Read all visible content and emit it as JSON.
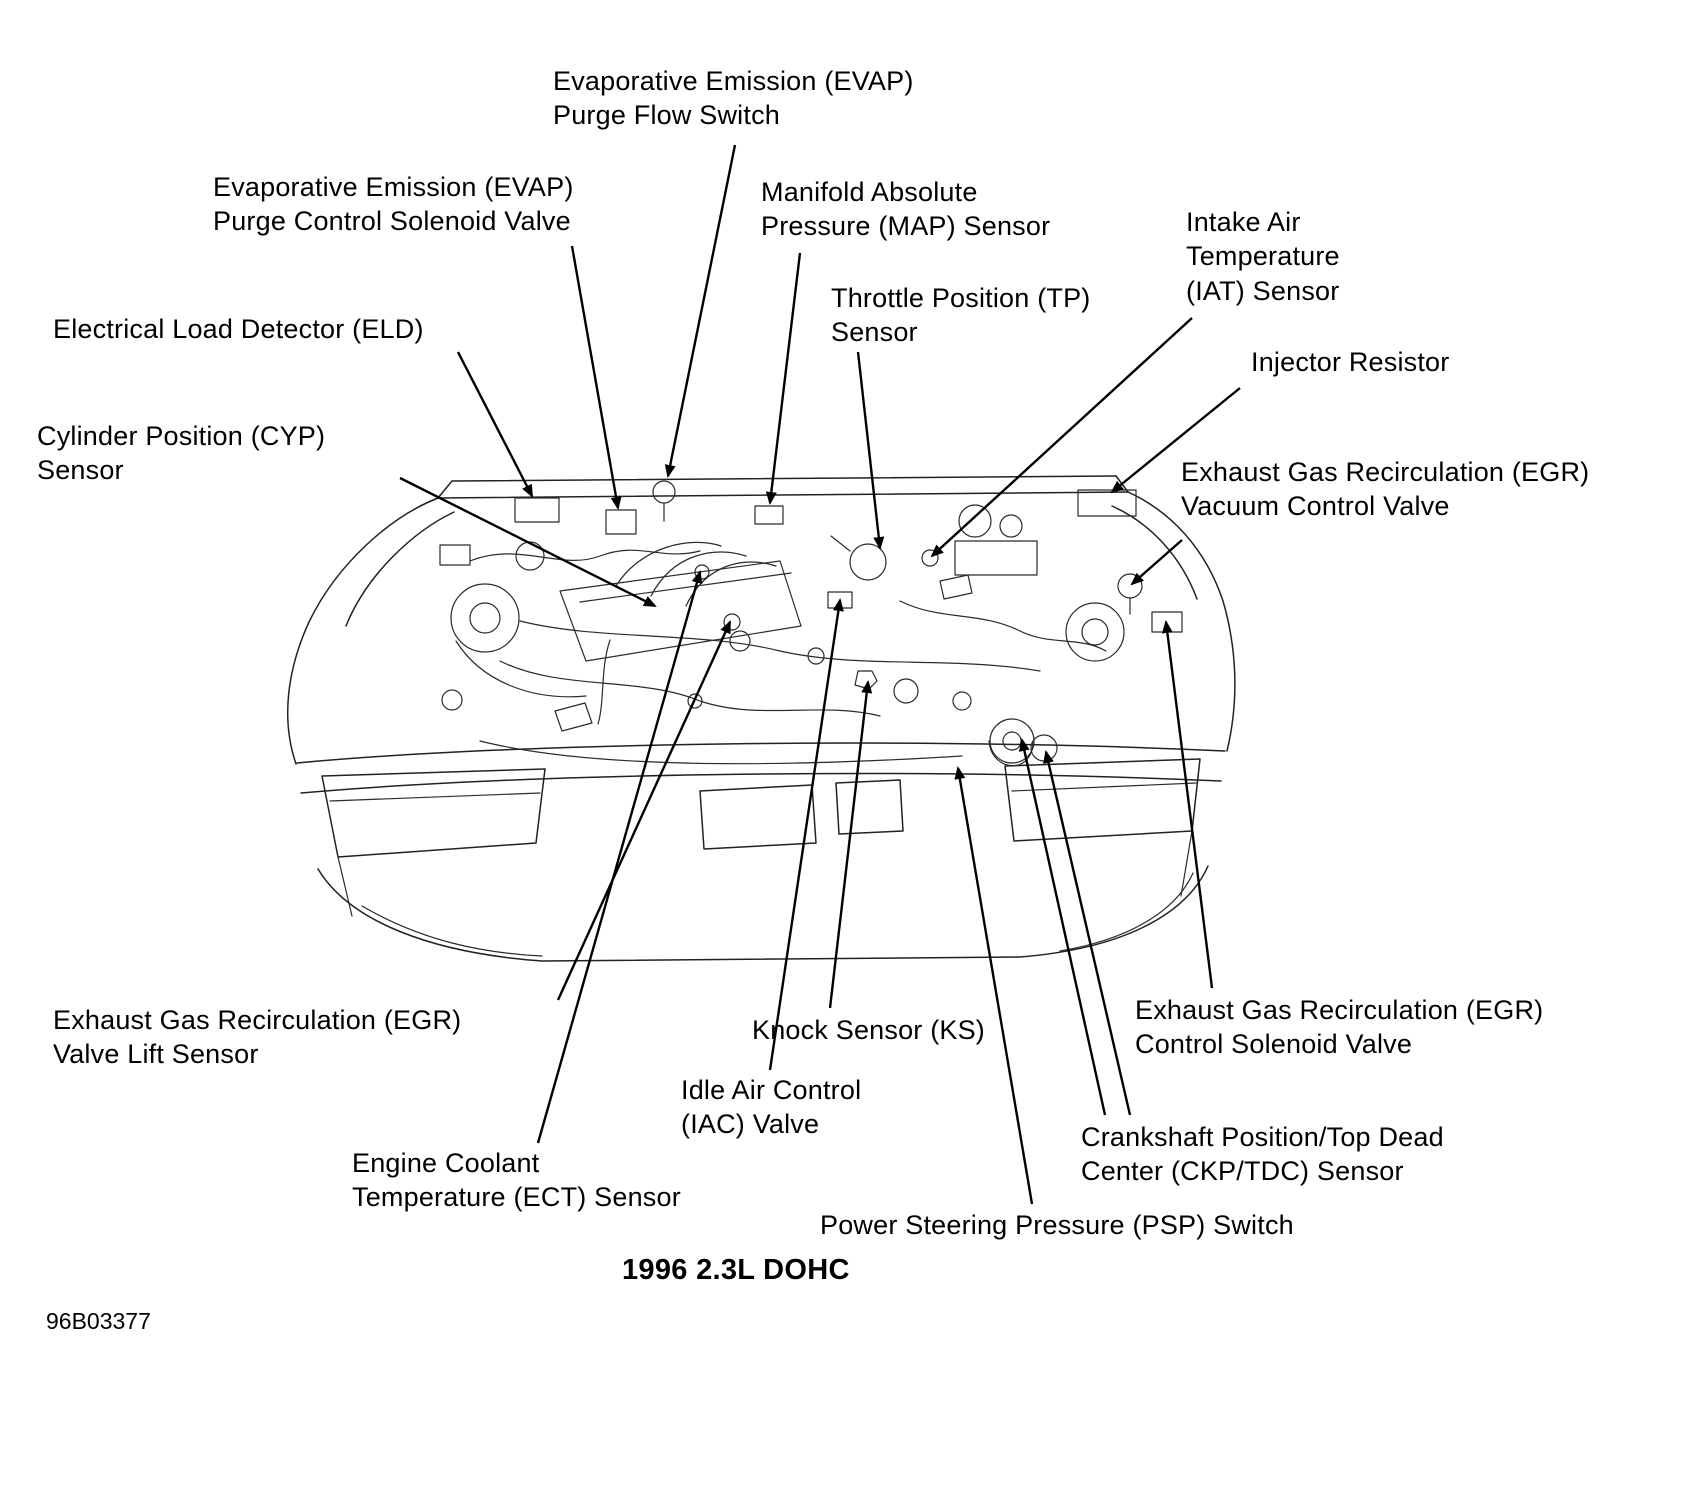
{
  "figure": {
    "caption": "1996 2.3L DOHC",
    "figure_number": "96B03377",
    "subject": "engine-component-location-diagram"
  },
  "labels": [
    {
      "name": "evap-purge-flow-switch",
      "text": "Evaporative Emission (EVAP)\nPurge Flow Switch"
    },
    {
      "name": "evap-purge-control-solenoid-valve",
      "text": "Evaporative Emission (EVAP)\nPurge Control Solenoid Valve"
    },
    {
      "name": "map-sensor",
      "text": "Manifold Absolute\nPressure (MAP) Sensor"
    },
    {
      "name": "iat-sensor",
      "text": "Intake Air\nTemperature\n(IAT) Sensor"
    },
    {
      "name": "tp-sensor",
      "text": "Throttle Position (TP)\nSensor"
    },
    {
      "name": "eld",
      "text": "Electrical Load Detector (ELD)"
    },
    {
      "name": "injector-resistor",
      "text": "Injector Resistor"
    },
    {
      "name": "cyp-sensor",
      "text": "Cylinder Position (CYP)\nSensor"
    },
    {
      "name": "egr-vacuum-control-valve",
      "text": "Exhaust Gas Recirculation (EGR)\nVacuum Control Valve"
    },
    {
      "name": "egr-valve-lift-sensor",
      "text": "Exhaust Gas Recirculation (EGR)\nValve Lift Sensor"
    },
    {
      "name": "knock-sensor",
      "text": "Knock Sensor (KS)"
    },
    {
      "name": "egr-control-solenoid-valve",
      "text": "Exhaust Gas Recirculation (EGR)\nControl Solenoid Valve"
    },
    {
      "name": "iac-valve",
      "text": "Idle Air Control\n(IAC) Valve"
    },
    {
      "name": "ect-sensor",
      "text": "Engine Coolant\nTemperature (ECT) Sensor"
    },
    {
      "name": "ckp-tdc-sensor",
      "text": "Crankshaft Position/Top Dead\nCenter (CKP/TDC) Sensor"
    },
    {
      "name": "psp-switch",
      "text": "Power Steering Pressure (PSP) Switch"
    }
  ],
  "colors": {
    "ink": "#000000",
    "line_art": "#222222",
    "background": "#ffffff"
  }
}
